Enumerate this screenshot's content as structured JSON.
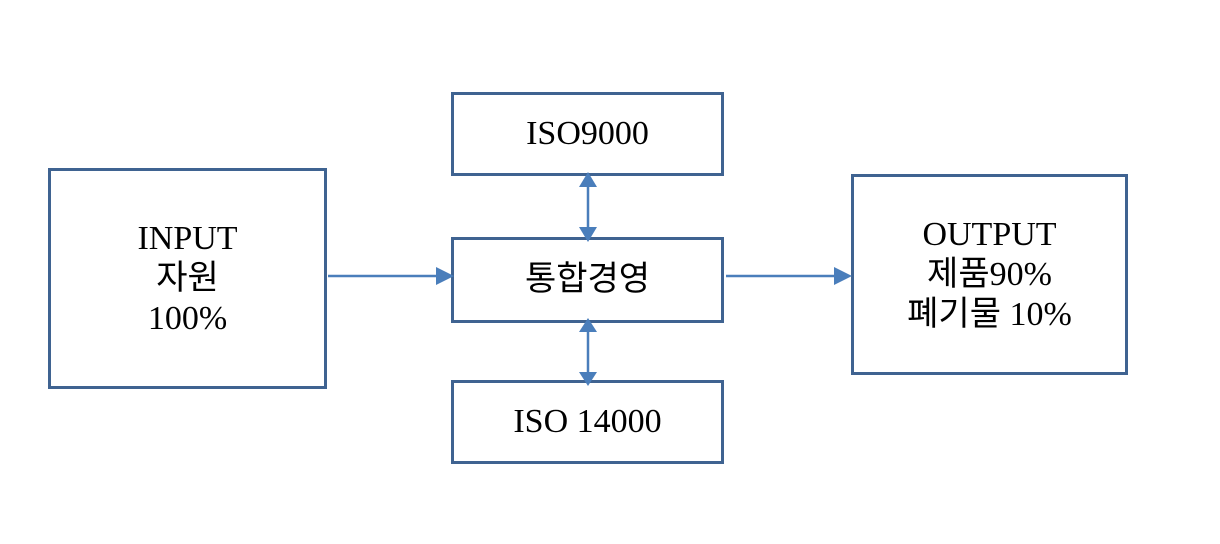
{
  "diagram": {
    "title": "Integrated Management System Input-Output Diagram",
    "background_color": "#ffffff",
    "box_border_color": "#3f6391",
    "arrow_color": "#4a7ebb",
    "text_color": "#000000",
    "boxes": [
      {
        "id": "input",
        "name": "input-box",
        "text": "INPUT\n자원\n100%",
        "lines": [
          "INPUT",
          "자원",
          "100%"
        ]
      },
      {
        "id": "iso9000",
        "name": "iso9000-box",
        "text": "ISO9000",
        "lines": [
          "ISO9000"
        ]
      },
      {
        "id": "center",
        "name": "integrated-management-box",
        "text": "통합경영",
        "lines": [
          "통합경영"
        ]
      },
      {
        "id": "iso14000",
        "name": "iso14000-box",
        "text": "ISO 14000",
        "lines": [
          "ISO 14000"
        ]
      },
      {
        "id": "output",
        "name": "output-box",
        "text": "OUTPUT\n제품90%\n폐기물 10%",
        "lines": [
          "OUTPUT",
          "제품90%",
          "폐기물 10%"
        ]
      }
    ],
    "connectors": [
      {
        "id": "input-to-center",
        "from": "input",
        "to": "center",
        "direction": "single",
        "orientation": "horizontal"
      },
      {
        "id": "center-to-output",
        "from": "center",
        "to": "output",
        "direction": "single",
        "orientation": "horizontal"
      },
      {
        "id": "iso9000-center",
        "from": "iso9000",
        "to": "center",
        "direction": "double",
        "orientation": "vertical"
      },
      {
        "id": "center-iso14000",
        "from": "center",
        "to": "iso14000",
        "direction": "double",
        "orientation": "vertical"
      }
    ]
  }
}
